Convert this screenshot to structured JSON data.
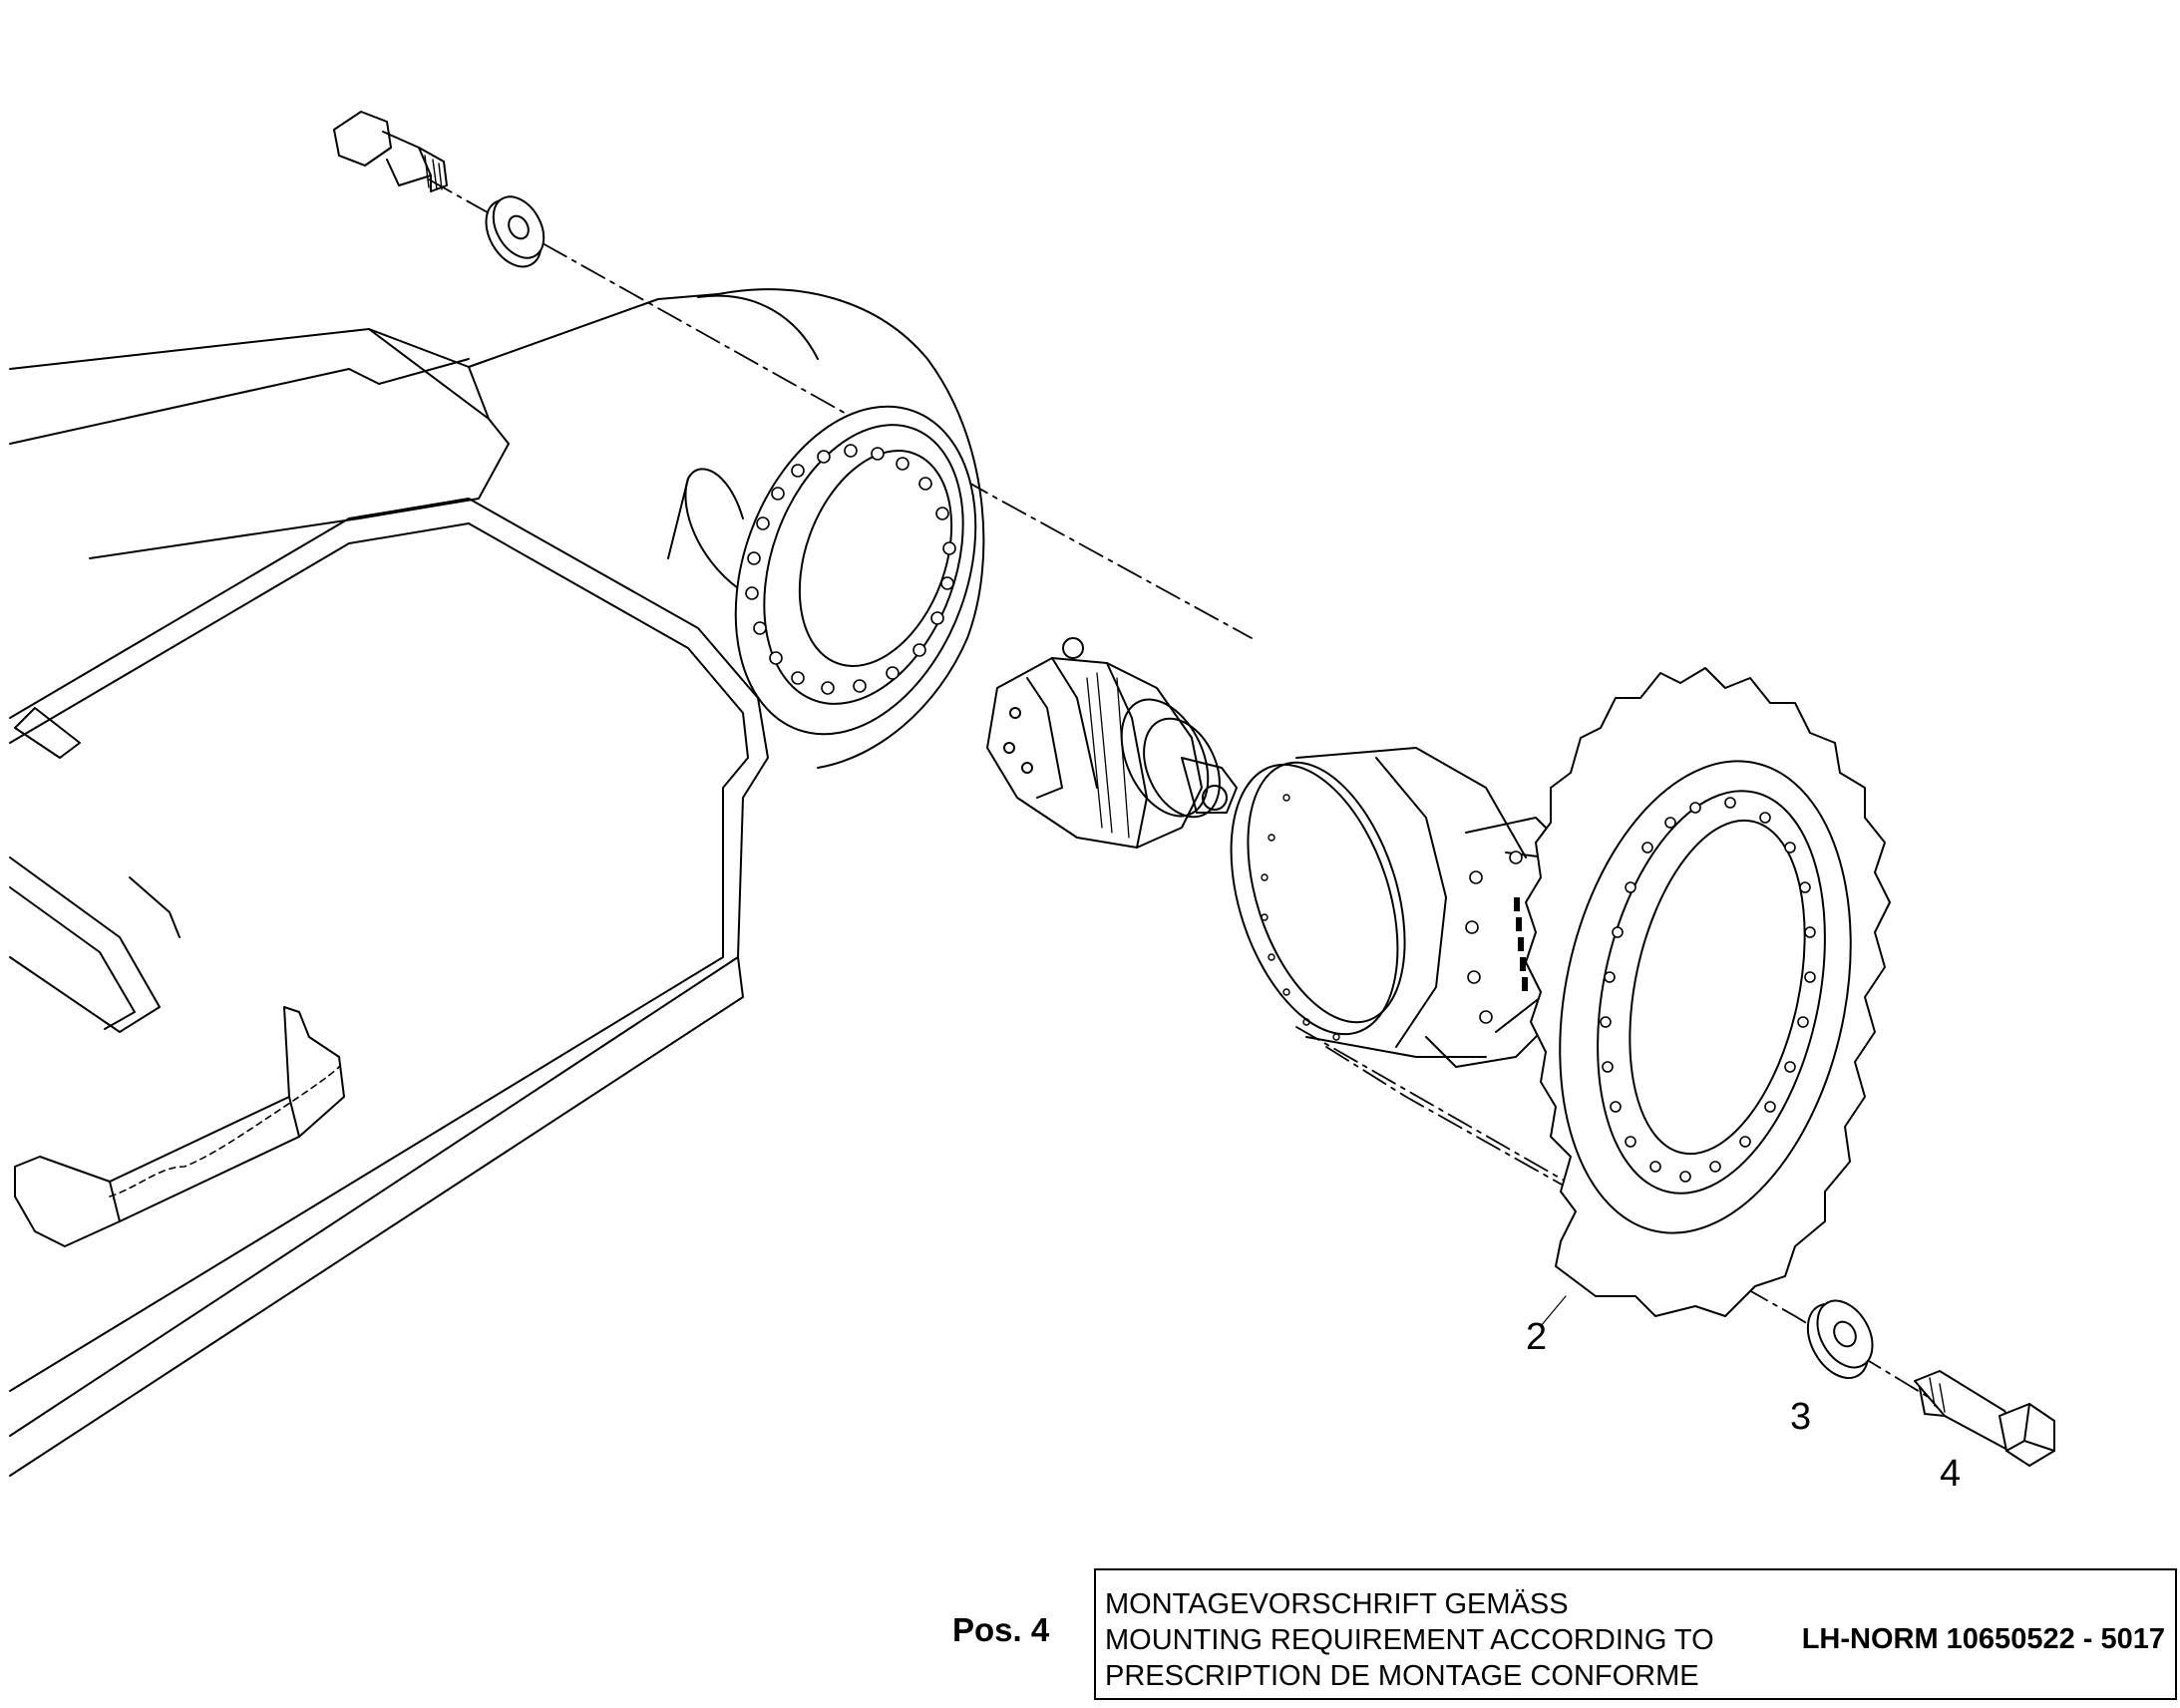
{
  "callouts": {
    "sprocket": "2",
    "washer": "3",
    "bolt": "4"
  },
  "footer": {
    "position_label": "Pos. 4",
    "note_lines": [
      "MONTAGEVORSCHRIFT GEMÄSS",
      "MOUNTING REQUIREMENT ACCORDING TO",
      "PRESCRIPTION DE MONTAGE CONFORME"
    ],
    "norm_reference": "LH-NORM 10650522 - 5017"
  },
  "colors": {
    "line": "#000000",
    "background": "#ffffff"
  }
}
